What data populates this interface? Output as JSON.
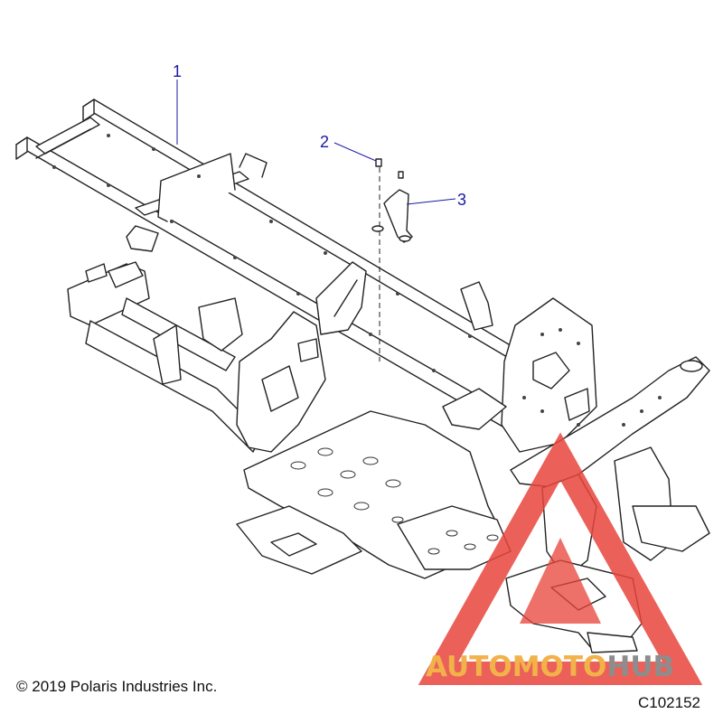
{
  "diagram": {
    "callouts": [
      {
        "number": "1",
        "part": "frame"
      },
      {
        "number": "2",
        "part": "screw"
      },
      {
        "number": "3",
        "part": "bracket"
      }
    ],
    "copyright": "© 2019 Polaris Industries Inc.",
    "figure_id": "C102152",
    "watermark": {
      "part1": "AUTOMOTO",
      "part2": "HUB",
      "colors": {
        "triangle": "#e8453c",
        "part1": "#f2b24a",
        "part2": "#8d8d8d"
      }
    },
    "line_color": "#222222",
    "callout_color": "#1a1aa6"
  }
}
